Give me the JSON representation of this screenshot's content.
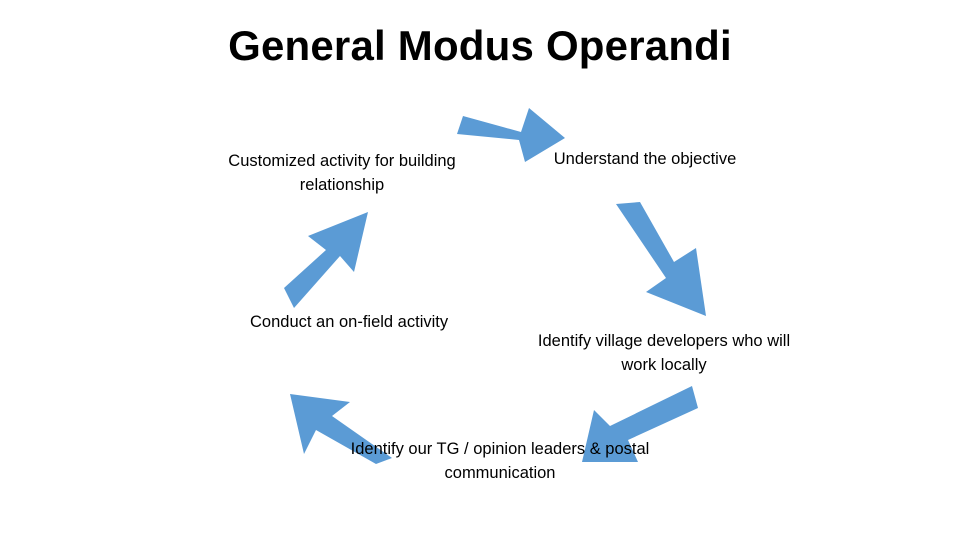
{
  "slide": {
    "title": "General Modus Operandi",
    "accent_color": "#5b9bd5",
    "background_color": "#ffffff",
    "text_color": "#000000"
  },
  "diagram": {
    "type": "cycle",
    "nodes": [
      {
        "id": "node-1",
        "label": "Understand the objective"
      },
      {
        "id": "node-2",
        "label": "Identify village developers who will work locally"
      },
      {
        "id": "node-3",
        "label": "Identify our TG / opinion leaders & postal communication"
      },
      {
        "id": "node-4",
        "label": "Conduct an on-field activity"
      },
      {
        "id": "node-5",
        "label": "Customized activity  for building relationship"
      }
    ],
    "arrows": [
      {
        "id": "arrow-top",
        "direction": "right"
      },
      {
        "id": "arrow-right",
        "direction": "down"
      },
      {
        "id": "arrow-bottom-right",
        "direction": "down-left"
      },
      {
        "id": "arrow-bottom-left",
        "direction": "up-left"
      },
      {
        "id": "arrow-left",
        "direction": "up-right"
      }
    ]
  }
}
